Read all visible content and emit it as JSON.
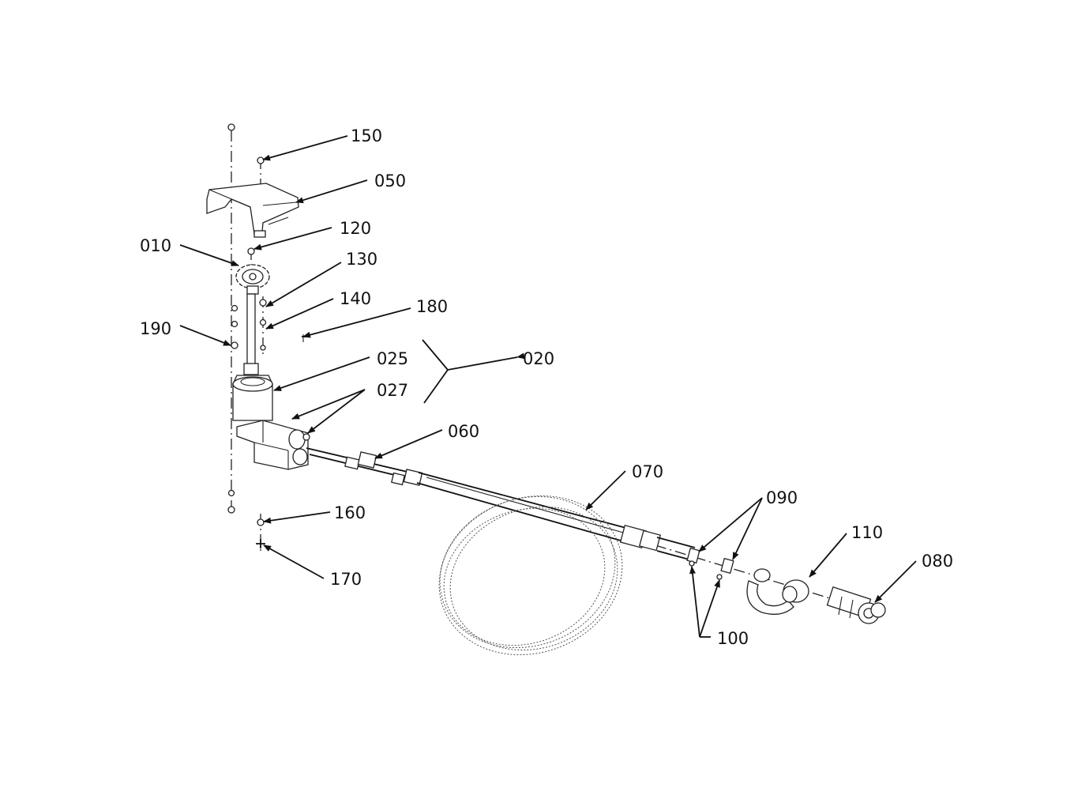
{
  "callouts": {
    "c010": "010",
    "c020": "020",
    "c025": "025",
    "c027": "027",
    "c050": "050",
    "c060": "060",
    "c070": "070",
    "c080": "080",
    "c090": "090",
    "c100": "100",
    "c110": "110",
    "c120": "120",
    "c130": "130",
    "c140": "140",
    "c150": "150",
    "c160": "160",
    "c170": "170",
    "c180": "180",
    "c190": "190"
  }
}
